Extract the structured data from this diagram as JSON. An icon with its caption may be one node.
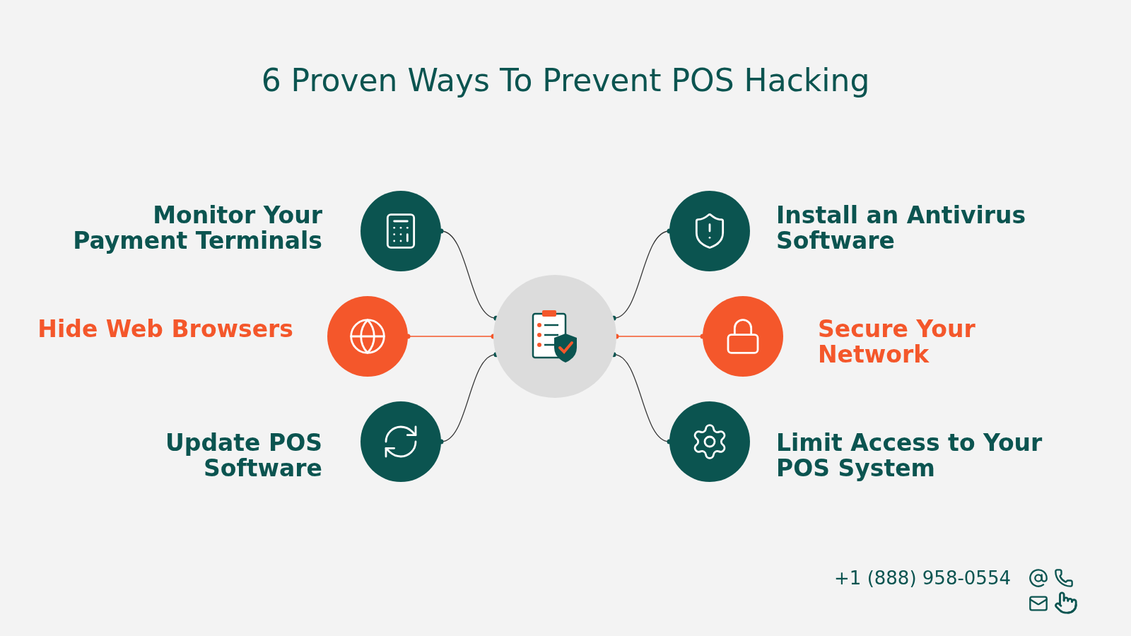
{
  "diagram": {
    "title": "6 Proven Ways To Prevent POS Hacking",
    "nodes": [
      {
        "text": [],
        "shape": "circle",
        "beside": [
          "Monitor Your Payment Terminals"
        ]
      },
      {
        "text": [],
        "shape": "circle",
        "beside": [
          "Install an Antivirus Software"
        ]
      },
      {
        "text": [],
        "shape": "circle",
        "beside": [
          "Hide Web Browsers"
        ]
      },
      {
        "text": [],
        "shape": "circle"
      },
      {
        "text": [],
        "shape": "circle",
        "beside": [
          "Secure Your Network"
        ]
      },
      {
        "text": [],
        "shape": "circle",
        "beside": [
          "Update POS Software"
        ]
      },
      {
        "text": [],
        "shape": "circle",
        "beside": [
          "Limit Access to Your POS System"
        ]
      }
    ],
    "edges": [
      {
        "from": 3,
        "to": 0,
        "arrow": "other"
      },
      {
        "from": 3,
        "to": 1,
        "arrow": "other"
      },
      {
        "from": 3,
        "to": 2,
        "arrow": "other",
        "color": "#f4572b"
      },
      {
        "from": 3,
        "to": 4,
        "arrow": "other",
        "color": "#f4572b"
      },
      {
        "from": 3,
        "to": 5,
        "arrow": "other"
      },
      {
        "from": 3,
        "to": 6,
        "arrow": "other"
      }
    ],
    "labels": [
      "+1 (888) 958-0554"
    ]
  }
}
